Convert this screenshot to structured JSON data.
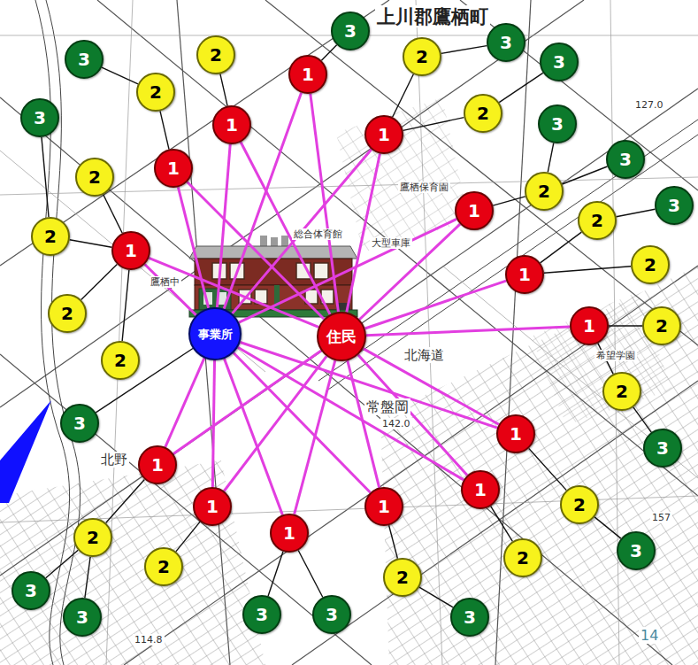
{
  "diagram": {
    "nodes": [
      {
        "text": [
          "事業所"
        ]
      },
      {
        "text": [
          "住民"
        ]
      },
      {
        "text": [
          "1"
        ]
      },
      {
        "text": [
          "1"
        ]
      },
      {
        "text": [
          "1"
        ]
      },
      {
        "text": [
          "1"
        ]
      },
      {
        "text": [
          "1"
        ]
      },
      {
        "text": [
          "1"
        ]
      },
      {
        "text": [
          "1"
        ]
      },
      {
        "text": [
          "1"
        ]
      },
      {
        "text": [
          "1"
        ]
      },
      {
        "text": [
          "1"
        ]
      },
      {
        "text": [
          "1"
        ]
      },
      {
        "text": [
          "1"
        ]
      },
      {
        "text": [
          "1"
        ]
      },
      {
        "text": [
          "1"
        ]
      },
      {
        "text": [
          "2"
        ]
      },
      {
        "text": [
          "2"
        ]
      },
      {
        "text": [
          "2"
        ]
      },
      {
        "text": [
          "2"
        ]
      },
      {
        "text": [
          "2"
        ]
      },
      {
        "text": [
          "2"
        ]
      },
      {
        "text": [
          "2"
        ]
      },
      {
        "text": [
          "2"
        ]
      },
      {
        "text": [
          "2"
        ]
      },
      {
        "text": [
          "2"
        ]
      },
      {
        "text": [
          "2"
        ]
      },
      {
        "text": [
          "2"
        ]
      },
      {
        "text": [
          "2"
        ]
      },
      {
        "text": [
          "2"
        ]
      },
      {
        "text": [
          "2"
        ]
      },
      {
        "text": [
          "2"
        ]
      },
      {
        "text": [
          "2"
        ]
      },
      {
        "text": [
          "2"
        ]
      },
      {
        "text": [
          "3"
        ]
      },
      {
        "text": [
          "3"
        ]
      },
      {
        "text": [
          "3"
        ]
      },
      {
        "text": [
          "3"
        ]
      },
      {
        "text": [
          "3"
        ]
      },
      {
        "text": [
          "3"
        ]
      },
      {
        "text": [
          "3"
        ]
      },
      {
        "text": [
          "3"
        ]
      },
      {
        "text": [
          "3"
        ]
      },
      {
        "text": [
          "3"
        ]
      },
      {
        "text": [
          "3"
        ]
      },
      {
        "text": [
          "3"
        ]
      },
      {
        "text": [
          "3"
        ]
      },
      {
        "text": [
          "3"
        ]
      },
      {
        "text": [
          "3"
        ]
      },
      {
        "text": [
          "3"
        ]
      }
    ],
    "edges": [
      {
        "from": 0,
        "to": 2,
        "arrow": "none"
      },
      {
        "from": 0,
        "to": 3,
        "arrow": "none"
      },
      {
        "from": 0,
        "to": 4,
        "arrow": "none"
      },
      {
        "from": 0,
        "to": 5,
        "arrow": "none"
      },
      {
        "from": 0,
        "to": 6,
        "arrow": "none"
      },
      {
        "from": 0,
        "to": 7,
        "arrow": "none"
      },
      {
        "from": 0,
        "to": 10,
        "arrow": "none"
      },
      {
        "from": 0,
        "to": 11,
        "arrow": "none"
      },
      {
        "from": 0,
        "to": 12,
        "arrow": "none"
      },
      {
        "from": 0,
        "to": 13,
        "arrow": "none"
      },
      {
        "from": 0,
        "to": 14,
        "arrow": "none"
      },
      {
        "from": 0,
        "to": 15,
        "arrow": "none"
      },
      {
        "from": 1,
        "to": 2,
        "arrow": "none"
      },
      {
        "from": 1,
        "to": 3,
        "arrow": "none"
      },
      {
        "from": 1,
        "to": 4,
        "arrow": "none"
      },
      {
        "from": 1,
        "to": 5,
        "arrow": "none"
      },
      {
        "from": 1,
        "to": 6,
        "arrow": "none"
      },
      {
        "from": 1,
        "to": 7,
        "arrow": "none"
      },
      {
        "from": 1,
        "to": 8,
        "arrow": "none"
      },
      {
        "from": 1,
        "to": 9,
        "arrow": "none"
      },
      {
        "from": 1,
        "to": 10,
        "arrow": "none"
      },
      {
        "from": 1,
        "to": 11,
        "arrow": "none"
      },
      {
        "from": 1,
        "to": 12,
        "arrow": "none"
      },
      {
        "from": 1,
        "to": 13,
        "arrow": "none"
      },
      {
        "from": 1,
        "to": 14,
        "arrow": "none"
      },
      {
        "from": 1,
        "to": 15,
        "arrow": "none"
      },
      {
        "from": 0,
        "to": 42,
        "arrow": "none"
      },
      {
        "from": 2,
        "to": 34,
        "arrow": "none"
      },
      {
        "from": 3,
        "to": 16,
        "arrow": "none"
      },
      {
        "from": 5,
        "to": 18,
        "arrow": "none"
      },
      {
        "from": 18,
        "to": 36,
        "arrow": "none"
      },
      {
        "from": 4,
        "to": 17,
        "arrow": "none"
      },
      {
        "from": 17,
        "to": 35,
        "arrow": "none"
      },
      {
        "from": 4,
        "to": 19,
        "arrow": "none"
      },
      {
        "from": 19,
        "to": 37,
        "arrow": "none"
      },
      {
        "from": 6,
        "to": 21,
        "arrow": "none"
      },
      {
        "from": 21,
        "to": 39,
        "arrow": "none"
      },
      {
        "from": 21,
        "to": 40,
        "arrow": "none"
      },
      {
        "from": 8,
        "to": 23,
        "arrow": "none"
      },
      {
        "from": 23,
        "to": 41,
        "arrow": "none"
      },
      {
        "from": 8,
        "to": 24,
        "arrow": "none"
      },
      {
        "from": 9,
        "to": 27,
        "arrow": "none"
      },
      {
        "from": 9,
        "to": 28,
        "arrow": "none"
      },
      {
        "from": 28,
        "to": 43,
        "arrow": "none"
      },
      {
        "from": 10,
        "to": 29,
        "arrow": "none"
      },
      {
        "from": 29,
        "to": 44,
        "arrow": "none"
      },
      {
        "from": 13,
        "to": 31,
        "arrow": "none"
      },
      {
        "from": 14,
        "to": 33,
        "arrow": "none"
      },
      {
        "from": 33,
        "to": 49,
        "arrow": "none"
      },
      {
        "from": 15,
        "to": 47,
        "arrow": "none"
      },
      {
        "from": 15,
        "to": 48,
        "arrow": "none"
      },
      {
        "from": 12,
        "to": 32,
        "arrow": "none"
      },
      {
        "from": 11,
        "to": 30,
        "arrow": "none"
      },
      {
        "from": 30,
        "to": 45,
        "arrow": "none"
      },
      {
        "from": 30,
        "to": 46,
        "arrow": "none"
      },
      {
        "from": 7,
        "to": 22,
        "arrow": "none"
      },
      {
        "from": 22,
        "to": 38,
        "arrow": "none"
      },
      {
        "from": 7,
        "to": 20,
        "arrow": "none"
      },
      {
        "from": 7,
        "to": 25,
        "arrow": "none"
      },
      {
        "from": 7,
        "to": 26,
        "arrow": "none"
      }
    ],
    "labels": [
      "上川郡鷹栖町",
      "総合体育館",
      "大型車庫",
      "鷹栖保育園",
      "鷹栖中",
      "北海道",
      "常盤岡",
      "142.0",
      "希望学園",
      "127.0",
      "北野",
      "157",
      "114.8",
      "14"
    ]
  }
}
